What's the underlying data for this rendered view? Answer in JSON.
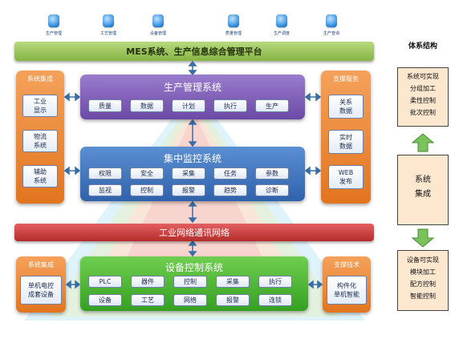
{
  "top_icons": [
    {
      "icon": "production-status-icon",
      "label": "生产管理"
    },
    {
      "icon": "process-management-icon",
      "label": "工艺管理"
    },
    {
      "icon": "equipment-management-icon",
      "label": "设备管理"
    },
    {
      "icon": "quality-management-icon",
      "label": "质量管理"
    },
    {
      "icon": "production-query-icon",
      "label": "生产调度"
    },
    {
      "icon": "production-query-icon-2",
      "label": "生产查询"
    }
  ],
  "mes_bar": "MES系统、生产信息综合管理平台",
  "network_bar": "工业网络通讯网络",
  "left_top": {
    "title": "系统集成",
    "items": [
      "工业\n显示",
      "物流\n系统",
      "辅助\n系统"
    ]
  },
  "right_top": {
    "title": "支撑服务",
    "items": [
      "关系\n数据",
      "实时\n数据",
      "WEB\n发布"
    ]
  },
  "production_mgmt": {
    "title": "生产管理系统",
    "cells": [
      "质量",
      "数据",
      "计划",
      "执行",
      "生产"
    ]
  },
  "central_monitor": {
    "title": "集中监控系统",
    "row1": [
      "权限",
      "安全",
      "采集",
      "任务",
      "参数"
    ],
    "row2": [
      "监视",
      "控制",
      "报警",
      "趋势",
      "诊断"
    ]
  },
  "left_bottom": {
    "title": "系统集成",
    "item": "单机电控\n成套设备"
  },
  "right_bottom": {
    "title": "支撑技术",
    "item": "构件化\n单机智能"
  },
  "device_control": {
    "title": "设备控制系统",
    "row1": [
      "PLC",
      "器件",
      "控制",
      "采集",
      "执行"
    ],
    "row2": [
      "设备",
      "工艺",
      "网络",
      "报警",
      "连锁"
    ]
  },
  "architecture": {
    "title": "体系结构",
    "top_box": [
      "系统可实现",
      "分组加工",
      "柔性控制",
      "批次控制"
    ],
    "middle_box": [
      "系统",
      "集成"
    ],
    "bottom_box": [
      "设备可实现",
      "模块加工",
      "配方控制",
      "智能控制"
    ]
  },
  "colors": {
    "mes": "#9cc65e",
    "network": "#c84040",
    "production": "#7b5bb6",
    "monitor": "#3f73bd",
    "device": "#4dba35",
    "side": "#ee8a36",
    "arrow": "#78c25a"
  }
}
